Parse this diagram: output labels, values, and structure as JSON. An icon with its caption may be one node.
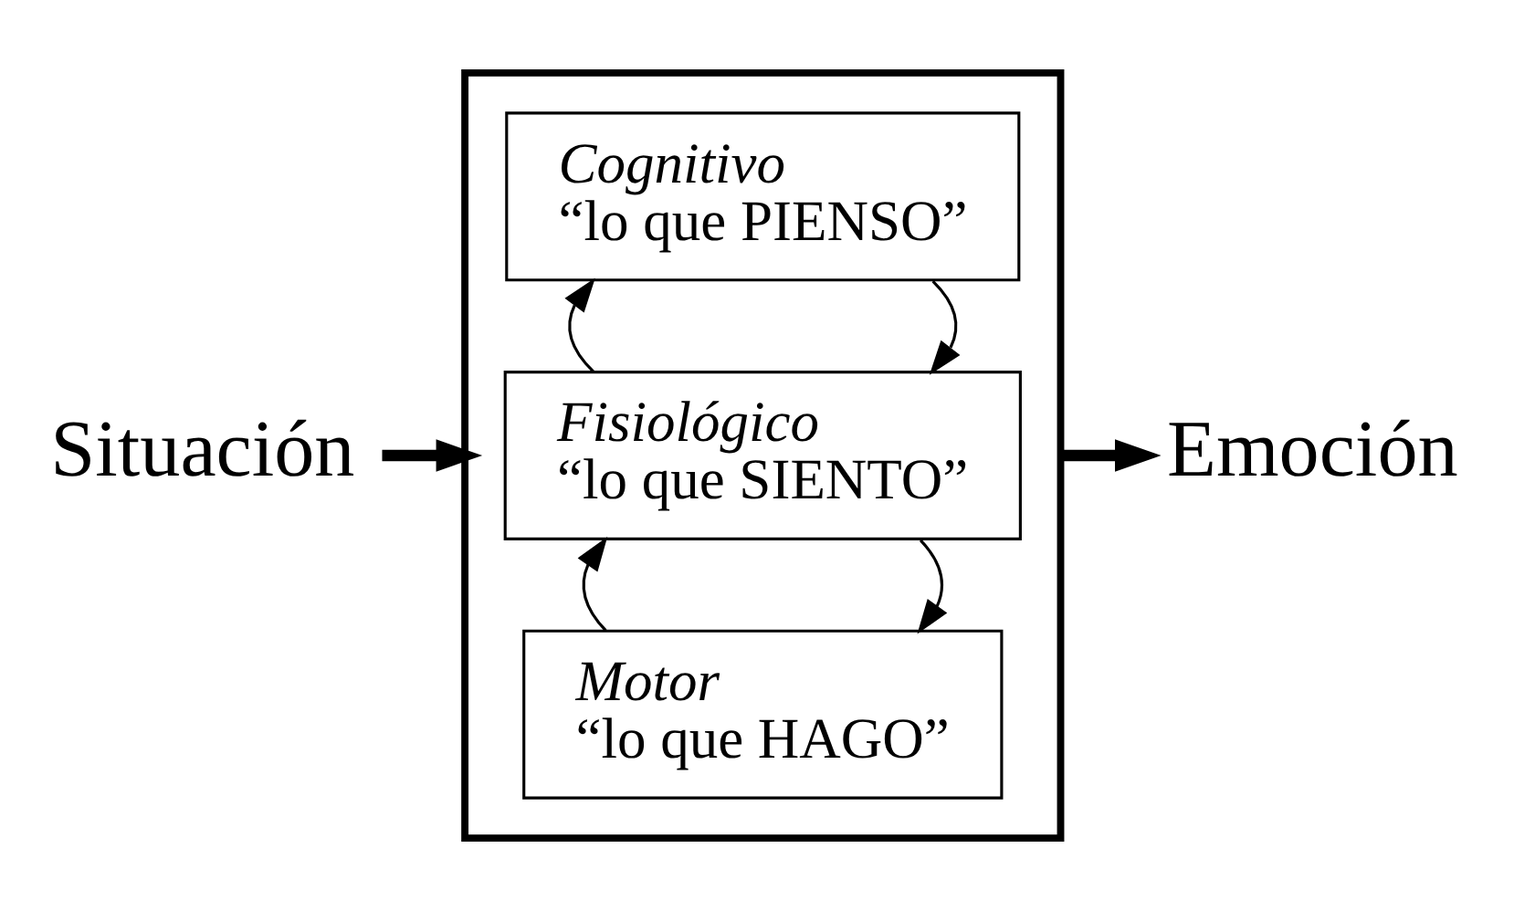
{
  "diagram": {
    "nodes": [
      {
        "text": [
          "Situación"
        ]
      },
      {
        "text": [],
        "shape": "box"
      },
      {
        "text": [
          "Cognitivo",
          "“lo que PIENSO”"
        ],
        "in": 1
      },
      {
        "text": [
          "Fisiológico",
          "“lo que SIENTO”"
        ],
        "in": 1
      },
      {
        "text": [
          "Motor",
          "“lo que HAGO”"
        ],
        "in": 1
      },
      {
        "text": [
          "Emoción"
        ]
      }
    ],
    "edges": [
      {
        "from": 0,
        "to": 1,
        "arrow": "to",
        "style": "thick"
      },
      {
        "from": 2,
        "to": 3,
        "arrow": "to"
      },
      {
        "from": 3,
        "to": 2,
        "arrow": "to"
      },
      {
        "from": 3,
        "to": 4,
        "arrow": "to"
      },
      {
        "from": 4,
        "to": 3,
        "arrow": "to"
      },
      {
        "from": 1,
        "to": 5,
        "arrow": "to",
        "style": "thick"
      }
    ]
  }
}
